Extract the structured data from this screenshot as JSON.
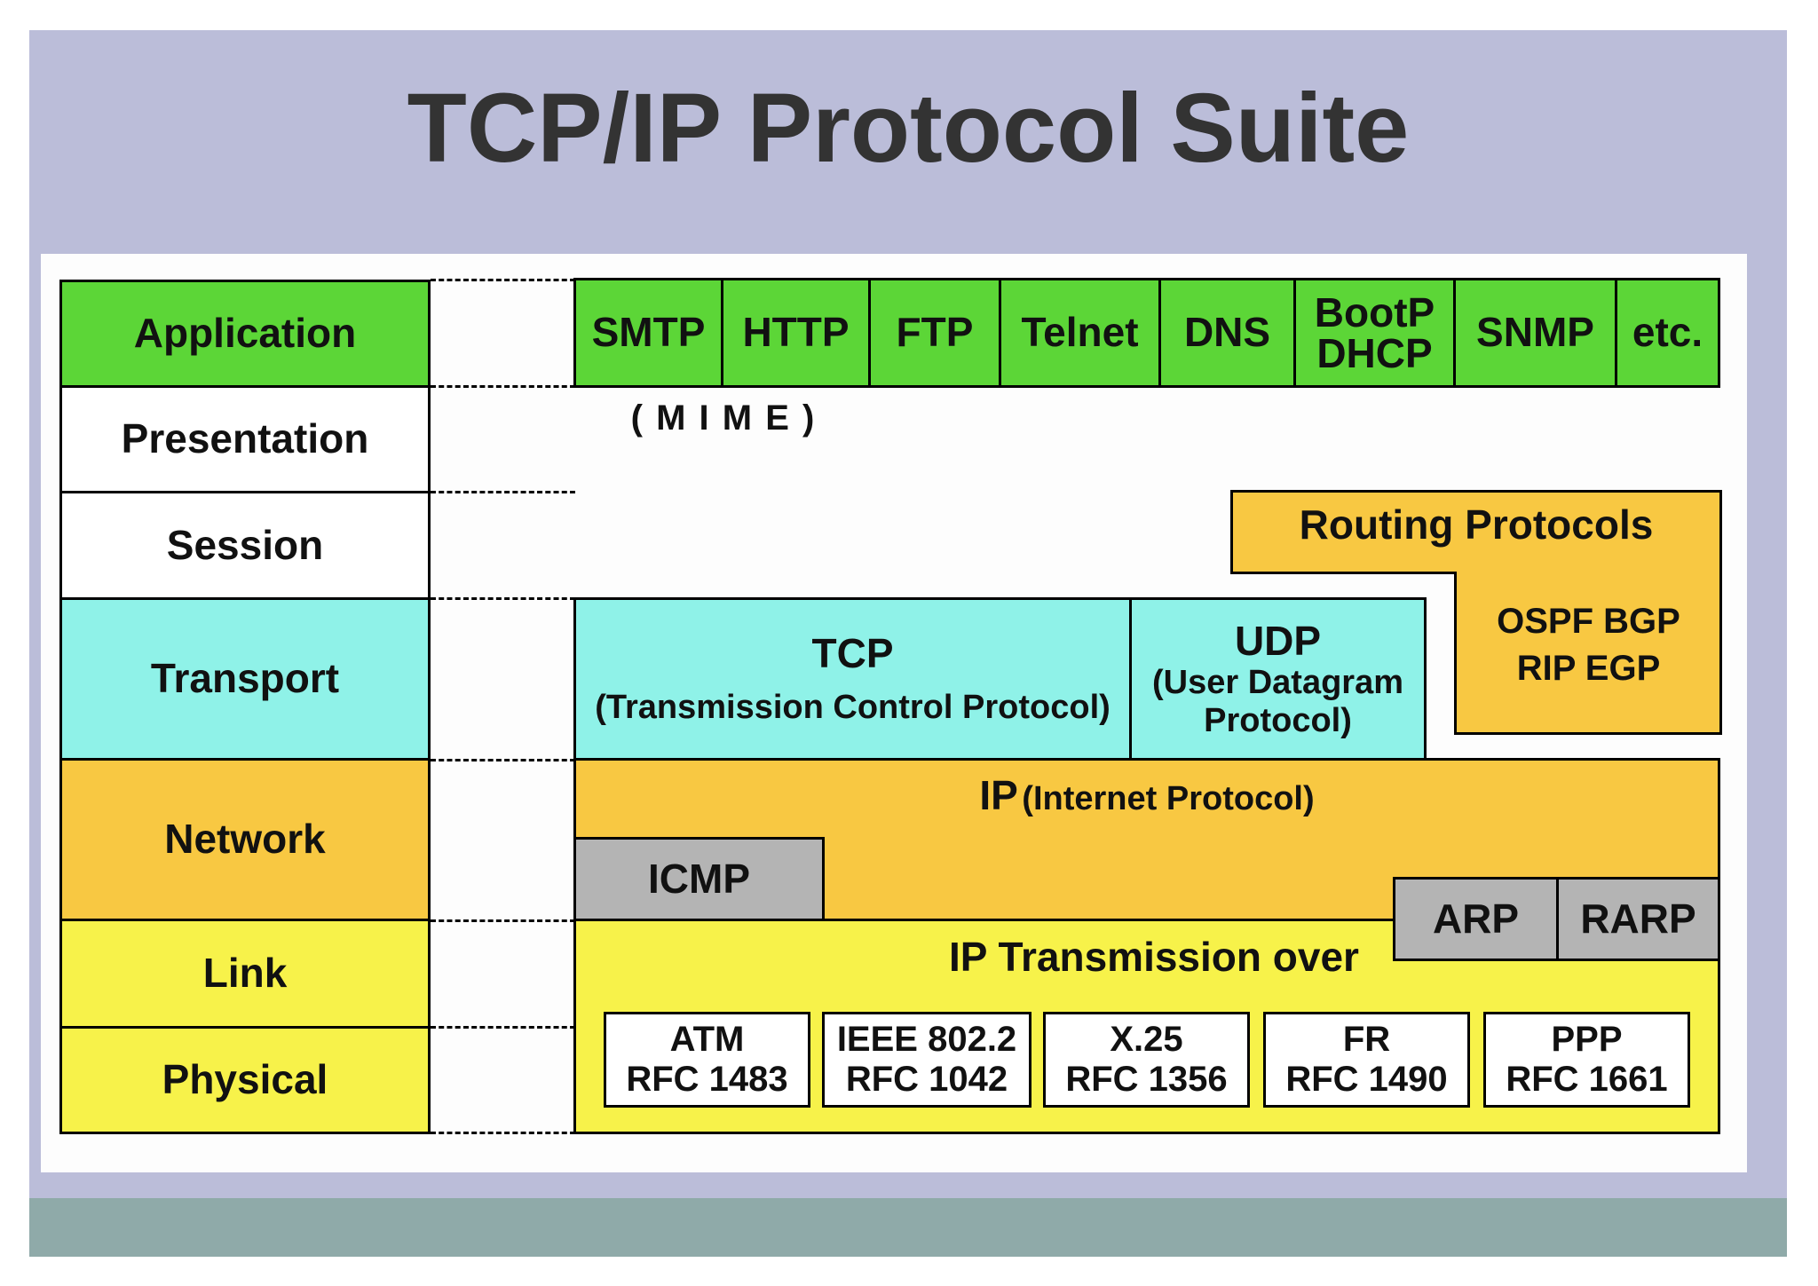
{
  "title": "TCP/IP Protocol Suite",
  "layers": [
    "Application",
    "Presentation",
    "Session",
    "Transport",
    "Network",
    "Link",
    "Physical"
  ],
  "application_protocols": [
    "SMTP",
    "HTTP",
    "FTP",
    "Telnet",
    "DNS",
    "BootP\nDHCP",
    "SNMP",
    "etc."
  ],
  "mime": "( M I M E )",
  "routing": {
    "title": "Routing Protocols",
    "line1": "OSPF BGP",
    "line2": "RIP EGP"
  },
  "tcp": {
    "name": "TCP",
    "desc": "(Transmission Control Protocol)"
  },
  "udp": {
    "name": "UDP",
    "desc1": "(User Datagram",
    "desc2": "Protocol)"
  },
  "ip": {
    "name": "IP",
    "desc": "(Internet Protocol)"
  },
  "icmp": "ICMP",
  "arp": "ARP",
  "rarp": "RARP",
  "link_title": "IP Transmission over",
  "link_tech": [
    {
      "name": "ATM",
      "rfc": "RFC 1483"
    },
    {
      "name": "IEEE 802.2",
      "rfc": "RFC 1042"
    },
    {
      "name": "X.25",
      "rfc": "RFC 1356"
    },
    {
      "name": "FR",
      "rfc": "RFC 1490"
    },
    {
      "name": "PPP",
      "rfc": "RFC 1661"
    }
  ],
  "colors": {
    "application": "#5cd637",
    "transport": "#8ff2e8",
    "network": "#f8c842",
    "link": "#f7f24a",
    "arp_icmp": "#b4b4b4",
    "slide": "#bbbdd9",
    "footer": "#8faaa9"
  }
}
